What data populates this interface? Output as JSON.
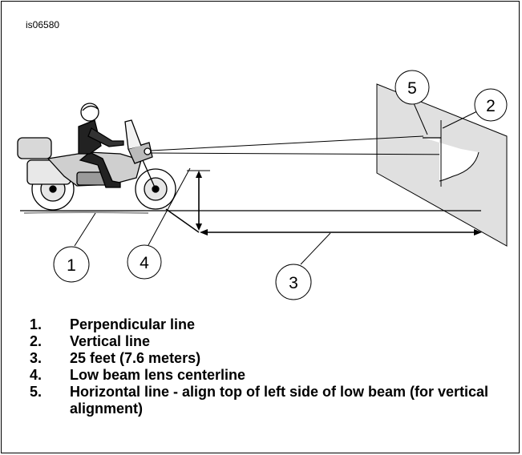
{
  "figure_id": "is06580",
  "callouts": [
    "1",
    "2",
    "3",
    "4",
    "5"
  ],
  "legend": [
    {
      "num": "1.",
      "text": "Perpendicular line"
    },
    {
      "num": "2.",
      "text": "Vertical line"
    },
    {
      "num": "3.",
      "text": "25 feet (7.6 meters)"
    },
    {
      "num": "4.",
      "text": "Low beam lens centerline"
    },
    {
      "num": "5.",
      "text": "Horizontal line - align top of left side of low beam (for vertical alignment)"
    }
  ]
}
